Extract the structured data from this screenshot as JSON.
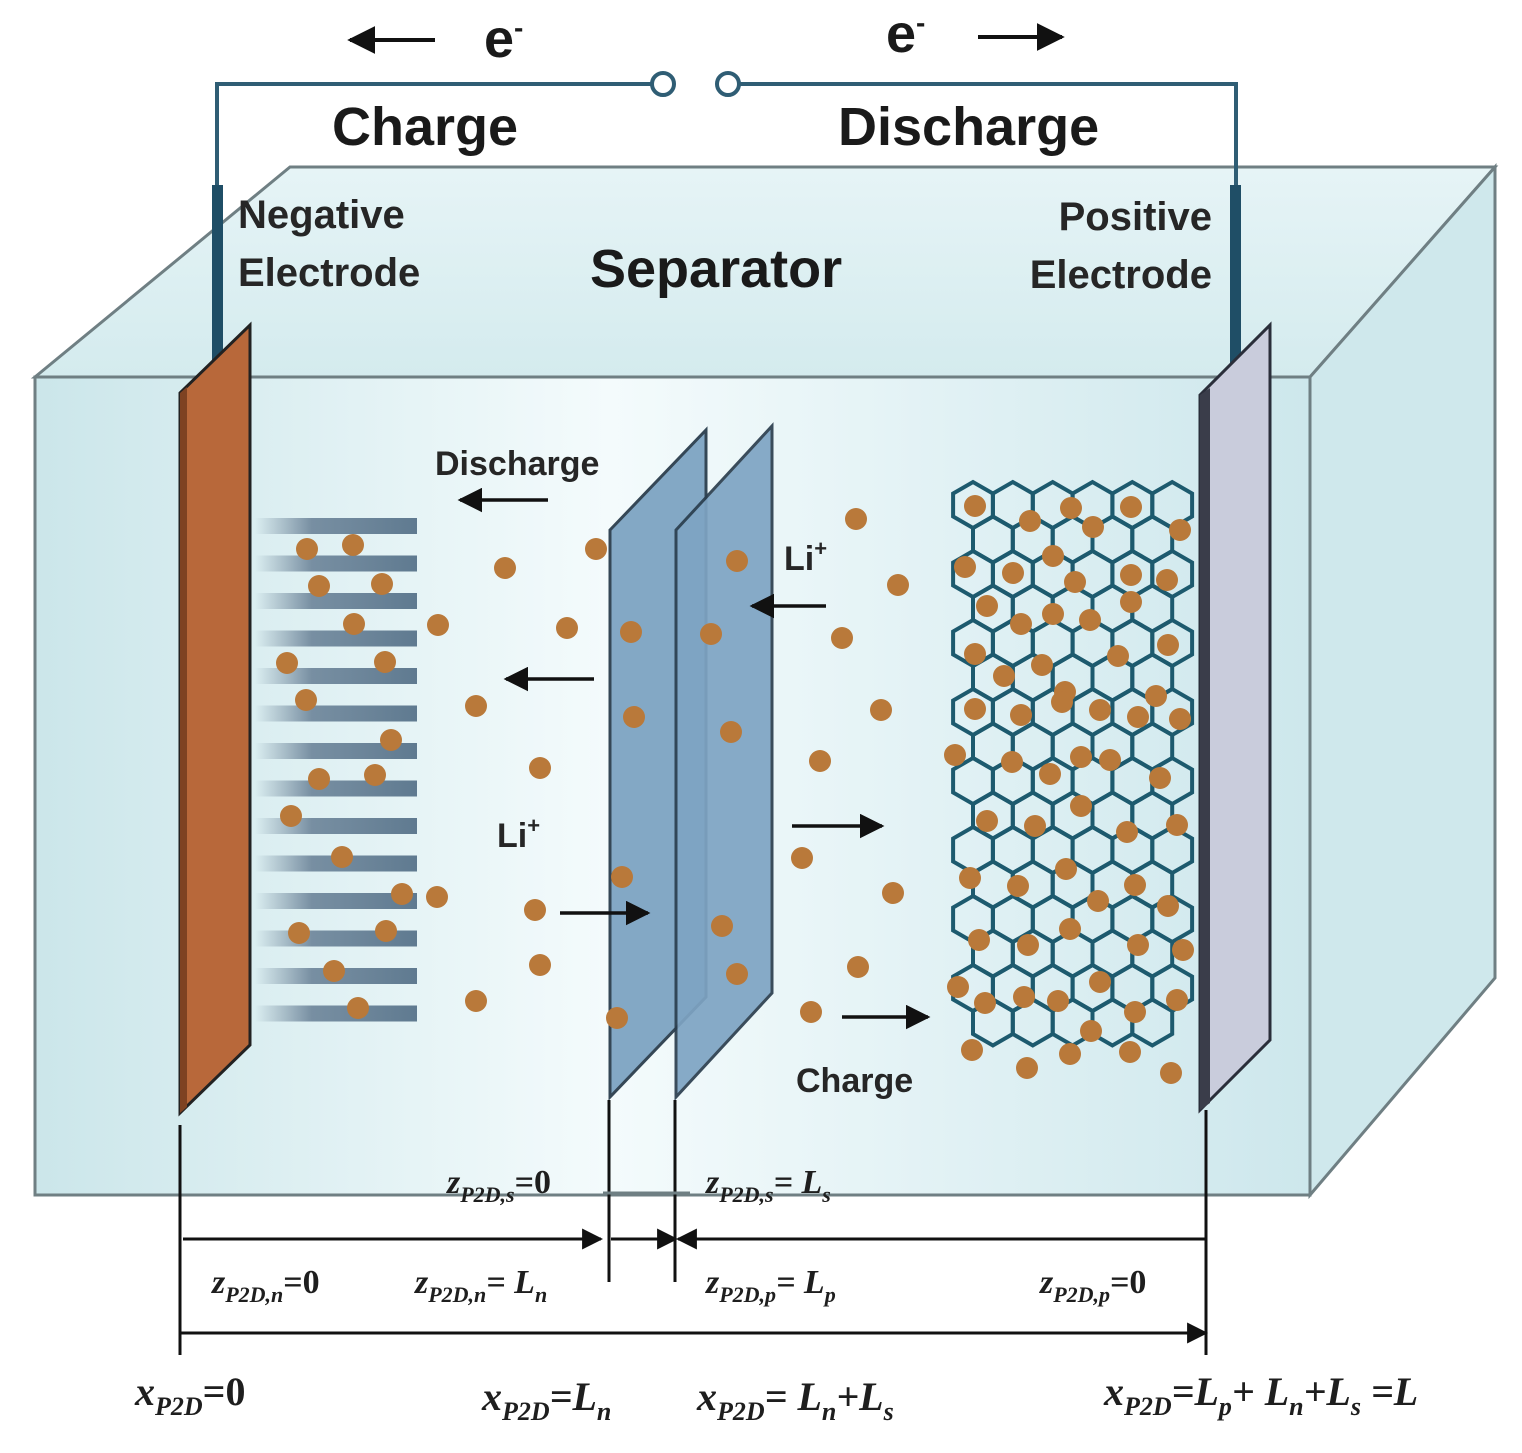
{
  "labels": {
    "electron_left": "e",
    "electron_right": "e",
    "electron_sup": "-",
    "charge_top": "Charge",
    "discharge_top": "Discharge",
    "negative_1": "Negative",
    "negative_2": "Electrode",
    "separator": "Separator",
    "positive_1": "Positive",
    "positive_2": "Electrode",
    "discharge_arrow": "Discharge",
    "charge_arrow": "Charge",
    "li_ion": "Li",
    "li_sup": "+"
  },
  "coords": {
    "z_s_0": {
      "var": "z",
      "sub": "P2D,s",
      "rhs": "=0"
    },
    "z_s_L": {
      "var": "z",
      "sub": "P2D,s",
      "rhs": "= L",
      "rhs_sub": "s"
    },
    "z_n_0": {
      "var": "z",
      "sub": "P2D,n",
      "rhs": "=0"
    },
    "z_n_L": {
      "var": "z",
      "sub": "P2D,n",
      "rhs": "= L",
      "rhs_sub": "n"
    },
    "z_p_L": {
      "var": "z",
      "sub": "P2D,p",
      "rhs": "= L",
      "rhs_sub": "p"
    },
    "z_p_0": {
      "var": "z",
      "sub": "P2D,p",
      "rhs": "=0"
    },
    "x_0": {
      "var": "x",
      "sub": "P2D",
      "rhs": "=0"
    },
    "x_Ln": {
      "var": "x",
      "sub": "P2D",
      "rhs": "=L",
      "rhs_sub": "n"
    },
    "x_Lns": {
      "var": "x",
      "sub": "P2D",
      "rhs": "= L",
      "rhs_sub": "n",
      "rhs2": "+L",
      "rhs2_sub": "s"
    },
    "x_L": {
      "var": "x",
      "sub": "P2D",
      "rhs": "=L",
      "rhs_sub": "p",
      "rhs2": "+ L",
      "rhs2_sub": "n",
      "rhs3": "+L",
      "rhs3_sub": "s",
      "rhs4": " =L"
    }
  },
  "colors": {
    "box_fill": "#cfe8ec",
    "box_edge": "#6f7f83",
    "wire": "#2f5d74",
    "copper": "#b8683a",
    "aluminium": "#c9ccdc",
    "separator": "#7ea4c3",
    "lithium": "#b9793a",
    "hexagon": "#1d5a6e",
    "graphite": "#6c8499"
  }
}
